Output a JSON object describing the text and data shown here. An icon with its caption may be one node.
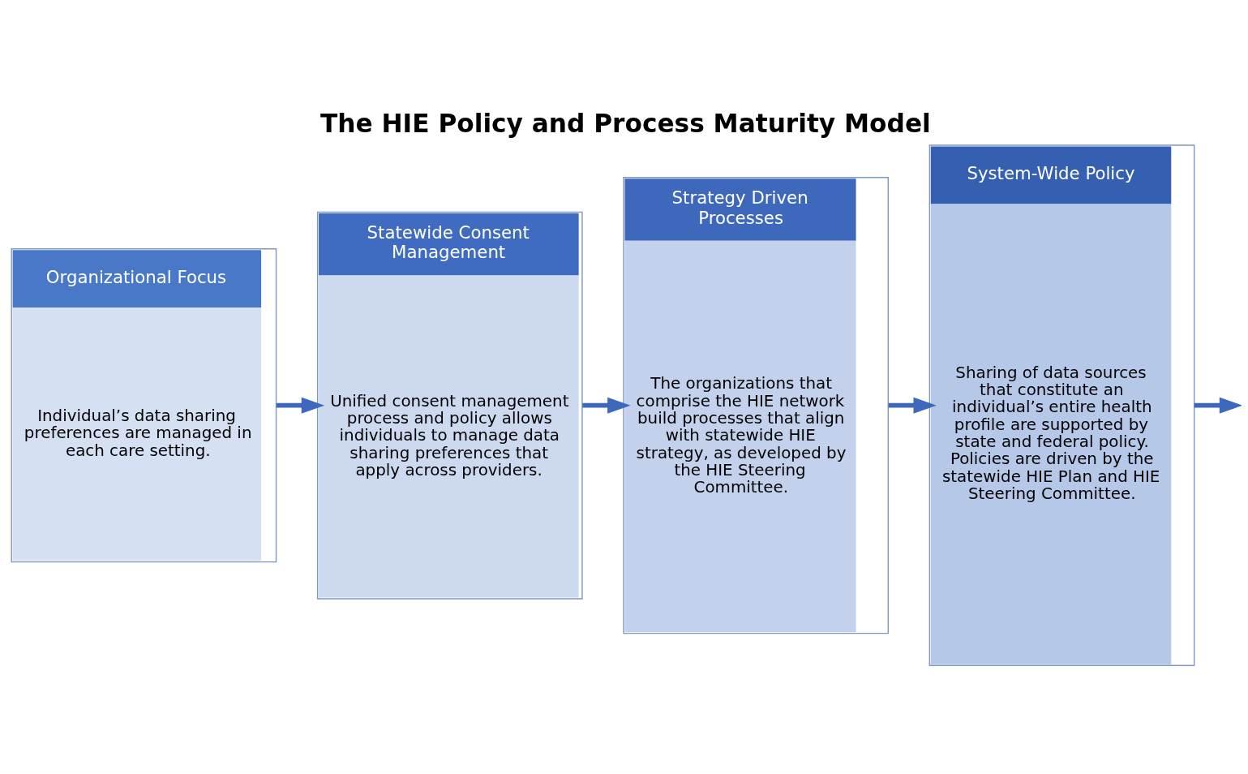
{
  "diagram": {
    "title": "The HIE Policy and Process Maturity Model",
    "nodes": [
      {
        "text": [
          "Organizational Focus",
          "Individual’s data sharing preferences are managed in each care setting."
        ]
      },
      {
        "text": [
          "Statewide Consent Management",
          "Unified consent management process and policy allows individuals to manage data sharing preferences that apply across providers."
        ]
      },
      {
        "text": [
          "Strategy Driven Processes",
          "The organizations that comprise the HIE network build processes that align with statewide HIE strategy, as developed by the HIE Steering Committee."
        ]
      },
      {
        "text": [
          "System-Wide Policy",
          "Sharing of data sources that constitute an individual’s entire health profile are supported by state and federal policy. Policies are driven by the statewide HIE Plan and HIE Steering Committee."
        ]
      }
    ],
    "edges": [
      {
        "from": 0,
        "to": 1,
        "arrow": "to"
      },
      {
        "from": 1,
        "to": 2,
        "arrow": "to"
      },
      {
        "from": 2,
        "to": 3,
        "arrow": "to"
      },
      {
        "from": 3,
        "to": null,
        "arrow": "to"
      }
    ]
  }
}
